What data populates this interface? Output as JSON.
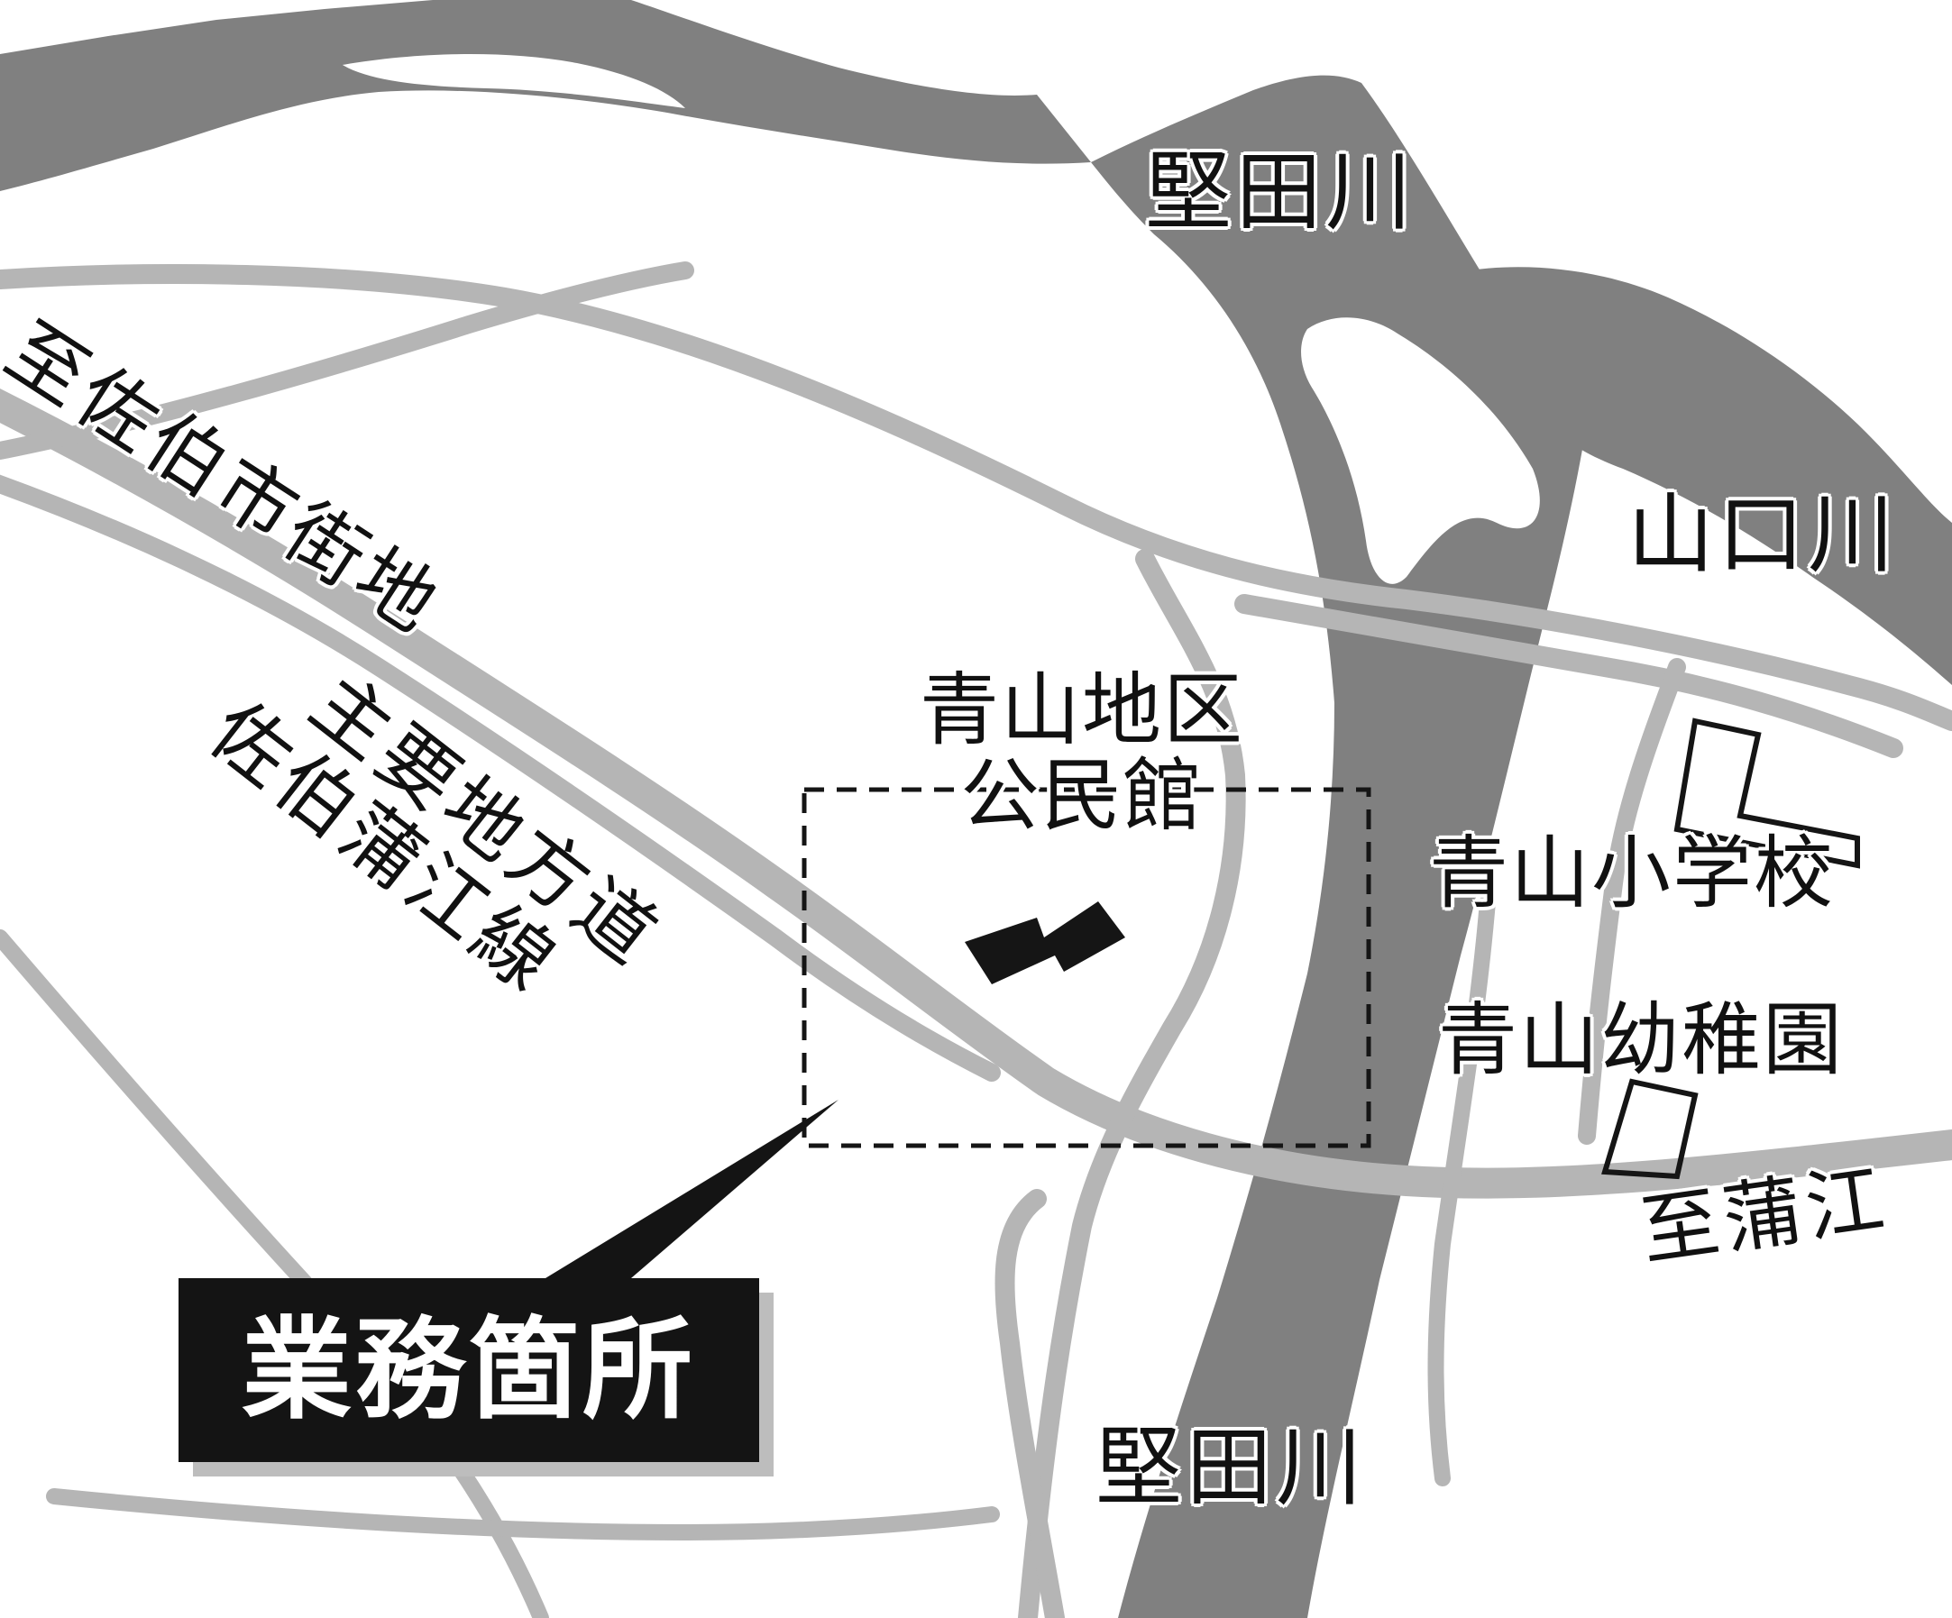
{
  "map": {
    "rivers": {
      "katata_upper": "堅田川",
      "katata_lower": "堅田川",
      "yamaguchi": "山口川"
    },
    "roads": {
      "to_saiki_city": "至佐伯市街地",
      "route_name_line1": "主要地方道",
      "route_name_line2": "佐伯蒲江線",
      "to_kamae": "至蒲江"
    },
    "facilities": {
      "community_center_line1": "青山地区",
      "community_center_line2": "公民館",
      "elementary_school": "青山小学校",
      "kindergarten": "青山幼稚園"
    },
    "callout": {
      "label": "業務箇所"
    },
    "colors": {
      "water": "#808080",
      "road": "#b5b5b5",
      "building": "#151515",
      "callout_bg": "#141414",
      "callout_text": "#ffffff"
    }
  }
}
